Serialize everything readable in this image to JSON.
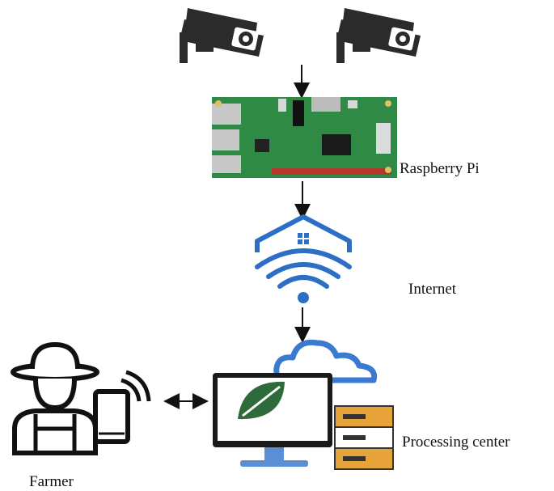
{
  "labels": {
    "raspberry_pi": "Raspberry Pi",
    "internet": "Internet",
    "processing_center": "Processing center",
    "farmer": "Farmer"
  },
  "colors": {
    "camera": "#2b2b2b",
    "board_green": "#2f8a45",
    "wifi_blue": "#2c6fc4",
    "leaf_green": "#2f6a3a",
    "cloud_blue": "#3a7bd0",
    "server_orange": "#e8a23a",
    "monitor_blue": "#5a8fd6",
    "arrow": "#111111"
  },
  "icons": [
    "cctv-camera-icon",
    "cctv-camera-icon",
    "raspberry-pi-board-icon",
    "wifi-home-icon",
    "farmer-with-phone-icon",
    "monitor-leaf-icon",
    "cloud-icon",
    "server-icon"
  ]
}
